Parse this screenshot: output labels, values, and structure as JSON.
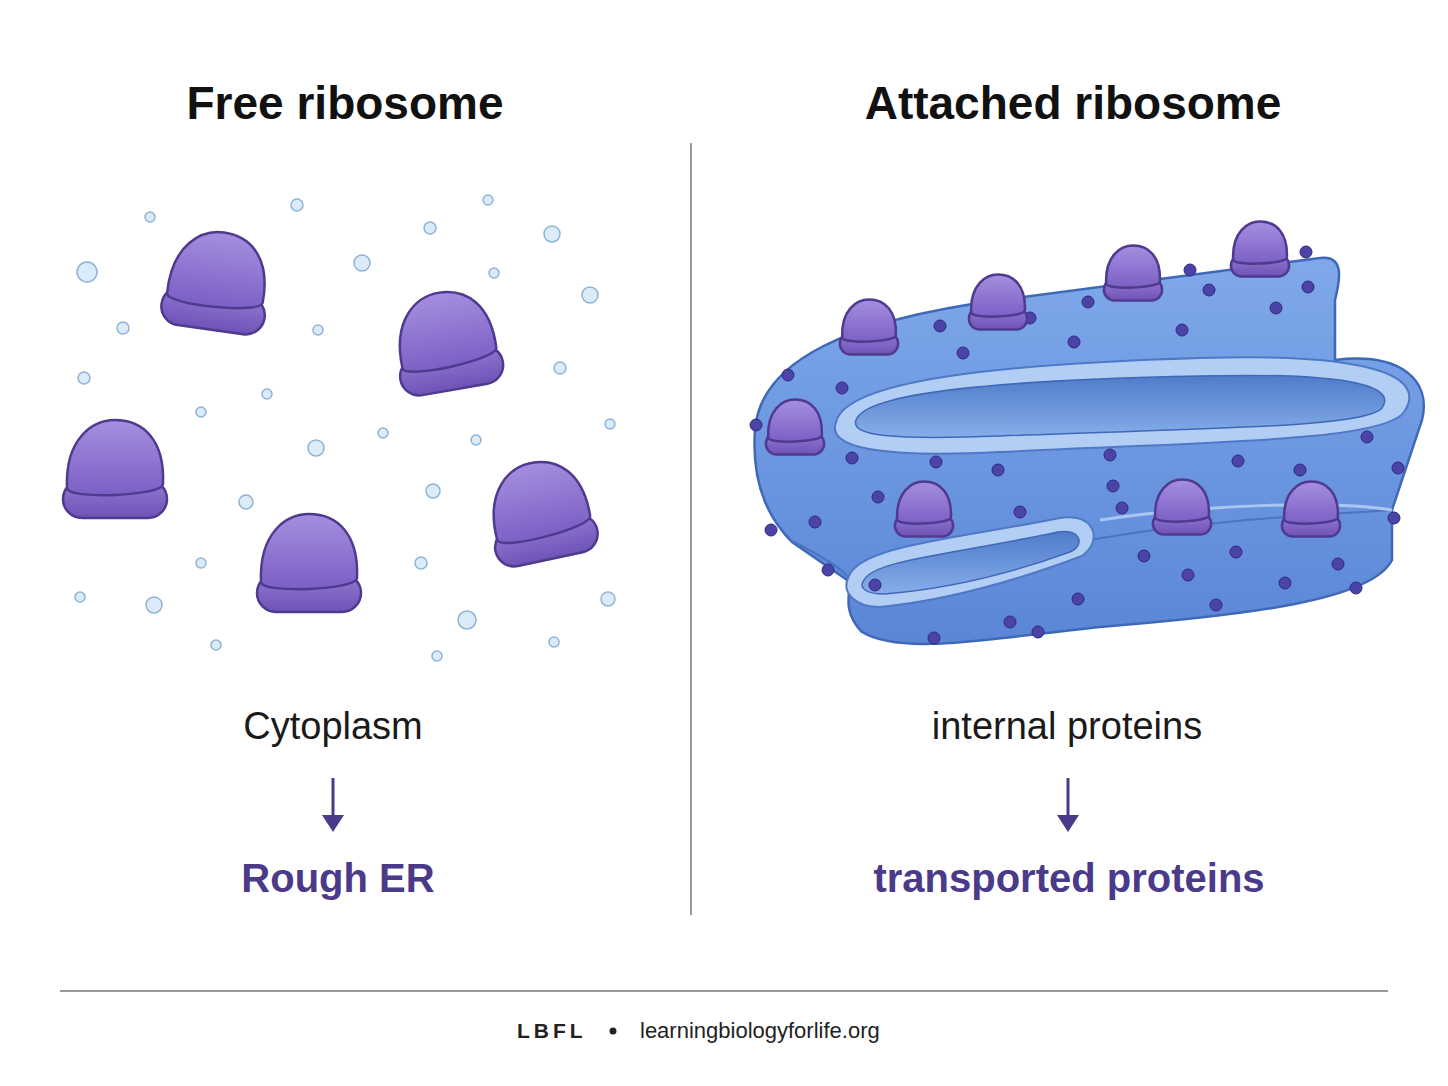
{
  "diagram": {
    "labels": [
      "Free ribosome",
      "Attached ribosome",
      "Cytoplasm",
      "internal proteins",
      "Rough ER",
      "transported proteins",
      "LBFL",
      "learningbiologyforlife.org"
    ]
  }
}
